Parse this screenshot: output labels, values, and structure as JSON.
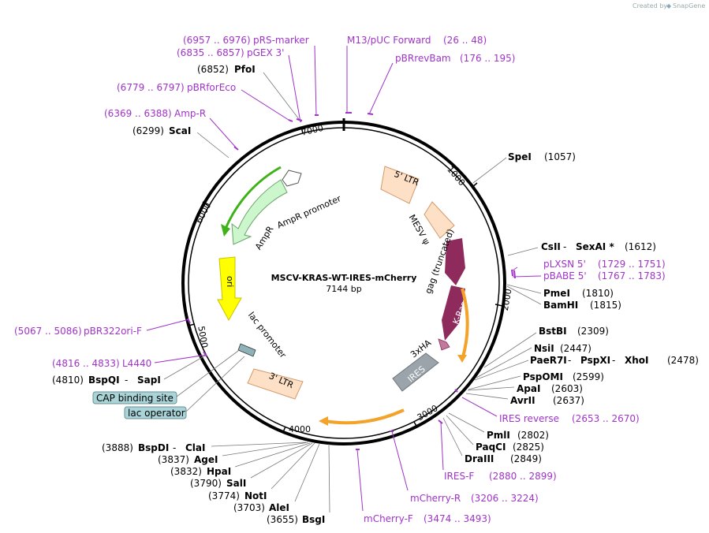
{
  "credit": {
    "created_by": "Created by",
    "app": "SnapGene"
  },
  "plasmid": {
    "name": "MSCV-KRAS-WT-IRES-mCherry",
    "size": "7144 bp"
  },
  "ticks": [
    "1000",
    "2000",
    "3000",
    "4000",
    "5000",
    "6000",
    "7000"
  ],
  "features": {
    "ltr5": "5' LTR",
    "mesv": "MESV ψ",
    "gag": "gag (truncated)",
    "kras": "K-Ras",
    "ha": "3xHA",
    "ires": "IRES",
    "ltr3": "3' LTR",
    "lac": "lac promoter",
    "ori": "ori",
    "ampr": "AmpR",
    "amprp": "AmpR promoter"
  },
  "enzymes": {
    "spei": {
      "name": "SpeI",
      "pos": "(1057)"
    },
    "csii": {
      "name": "CsII",
      "sep": " - ",
      "name2": "SexAI *",
      "pos": "(1612)"
    },
    "pmei": {
      "name": "PmeI",
      "pos": "(1810)"
    },
    "bamhi": {
      "name": "BamHI",
      "pos": "(1815)"
    },
    "bstbi": {
      "name": "BstBI",
      "pos": "(2309)"
    },
    "nsii": {
      "name": "NsiI",
      "pos": "(2447)"
    },
    "paer7i": {
      "name": "PaeR7I",
      "sep": " - ",
      "name2": "PspXI",
      "sep2": " - ",
      "name3": "XhoI",
      "pos": "(2478)"
    },
    "pspomi": {
      "name": "PspOMI",
      "pos": "(2599)"
    },
    "apai": {
      "name": "ApaI",
      "pos": "(2603)"
    },
    "avrii": {
      "name": "AvrII",
      "pos": "(2637)"
    },
    "pmli": {
      "name": "PmlI",
      "pos": "(2802)"
    },
    "paqci": {
      "name": "PaqCI",
      "pos": "(2825)"
    },
    "draiii": {
      "name": "DraIII",
      "pos": "(2849)"
    },
    "bsgi": {
      "name": "BsgI",
      "pos": "(3655)"
    },
    "alei": {
      "name": "AleI",
      "pos": "(3703)"
    },
    "noti": {
      "name": "NotI",
      "pos": "(3774)"
    },
    "sali": {
      "name": "SalI",
      "pos": "(3790)"
    },
    "hpai": {
      "name": "HpaI",
      "pos": "(3832)"
    },
    "agei": {
      "name": "AgeI",
      "pos": "(3837)"
    },
    "bspdi": {
      "name": "BspDI",
      "sep": " - ",
      "name2": "ClaI",
      "pos": "(3888)"
    },
    "bspqi": {
      "name": "BspQI",
      "sep": " - ",
      "name2": "SapI",
      "pos": "(4810)"
    },
    "scai": {
      "name": "ScaI",
      "pos": "(6299)"
    },
    "pfoi": {
      "name": "PfoI",
      "pos": "(6852)"
    }
  },
  "primers": {
    "m13": {
      "name": "M13/pUC Forward",
      "range": "(26 .. 48)"
    },
    "pbrrevbam": {
      "name": "pBRrevBam",
      "range": "(176 .. 195)"
    },
    "plxsn": {
      "name": "pLXSN 5'",
      "range": "(1729 .. 1751)"
    },
    "pbabe": {
      "name": "pBABE 5'",
      "range": "(1767 .. 1783)"
    },
    "iresrev": {
      "name": "IRES reverse",
      "range": "(2653 .. 2670)"
    },
    "iresf": {
      "name": "IRES-F",
      "range": "(2880 .. 2899)"
    },
    "mcherryr": {
      "name": "mCherry-R",
      "range": "(3206 .. 3224)"
    },
    "mcherryf": {
      "name": "mCherry-F",
      "range": "(3474 .. 3493)"
    },
    "l4440": {
      "name": "L4440",
      "range": "(4816 .. 4833)"
    },
    "pbr322ori": {
      "name": "pBR322ori-F",
      "range": "(5067 .. 5086)"
    },
    "ampr": {
      "name": "Amp-R",
      "range": "(6369 .. 6388)"
    },
    "pbrforeco": {
      "name": "pBRforEco",
      "range": "(6779 .. 6797)"
    },
    "pgex3": {
      "name": "pGEX 3'",
      "range": "(6835 .. 6857)"
    },
    "prsmarker": {
      "name": "pRS-marker",
      "range": "(6957 .. 6976)"
    }
  },
  "boxes": {
    "cap": "CAP binding site",
    "lacop": "lac operator"
  },
  "colors": {
    "ltr": "#fde0c6",
    "mesv": "#fde0c6",
    "kras": "#8e2a5c",
    "ha": "#c27a9c",
    "ires": "#9ba4ab",
    "orf": "#f3a22a",
    "ori": "#ffff00",
    "ampr": "#ccf7cc",
    "green": "#3fb219",
    "primer": "#a033c8",
    "box": "#a9d4d8"
  }
}
